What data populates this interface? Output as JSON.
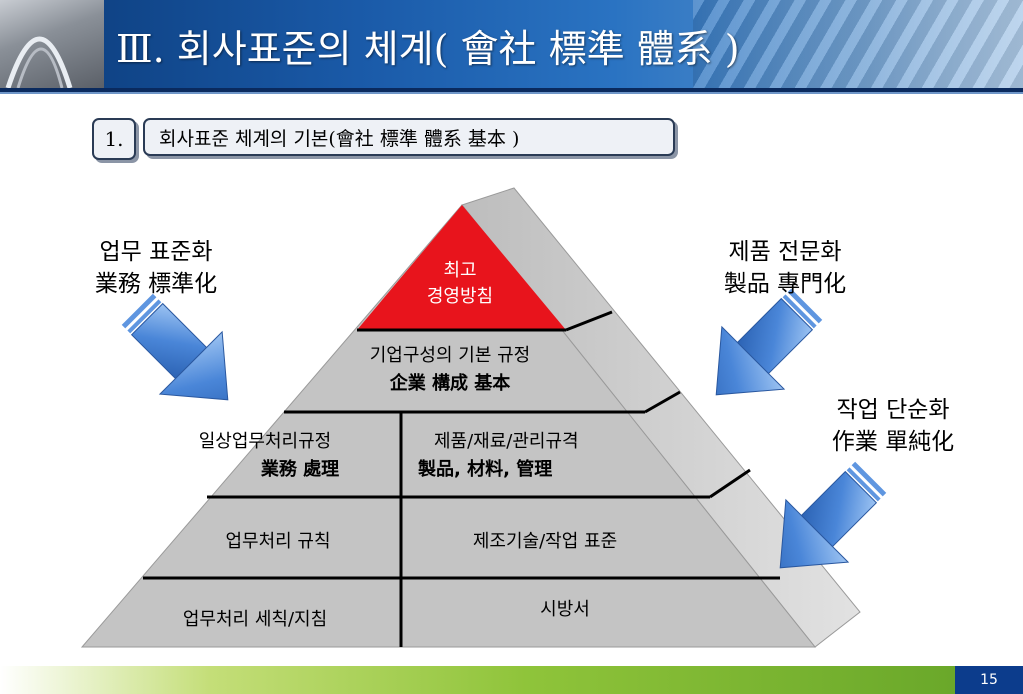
{
  "header": {
    "title": "Ⅲ. 회사표준의 체계( 會社 標準 體系 )"
  },
  "section": {
    "number": "1.",
    "title": "회사표준 체계의 기본(會社 標準 體系 基本 )"
  },
  "pyramid": {
    "top": {
      "line1": "최고",
      "line2": "경영방침"
    },
    "level2": {
      "line1": "기업구성의 기본 규정",
      "line2": "企業 構成 基本"
    },
    "level3_left": {
      "line1": "일상업무처리규정",
      "line2": "業務 處理"
    },
    "level3_right": {
      "line1": "제품/재료/관리규격",
      "line2": "製品, 材料, 管理"
    },
    "level4_left": "업무처리 규칙",
    "level4_right": "제조기술/작업 표준",
    "level5_left": "업무처리 세칙/지침",
    "level5_right": "시방서"
  },
  "labels": {
    "left": {
      "line1": "업무 표준화",
      "line2": "業務 標準化"
    },
    "right_top": {
      "line1": "제품 전문화",
      "line2": "製品 專門化"
    },
    "right_bottom": {
      "line1": "작업 단순화",
      "line2": "作業 單純化"
    }
  },
  "footer": {
    "page_number": "15"
  },
  "colors": {
    "header_blue": "#1a5aa8",
    "pyramid_gray": "#c4c4c4",
    "pyramid_side": "#d8d8d8",
    "top_red": "#e8141c",
    "arrow_blue": "#3f7fd6",
    "footer_green": "#8fc43a",
    "page_box": "#0c3c8c"
  }
}
